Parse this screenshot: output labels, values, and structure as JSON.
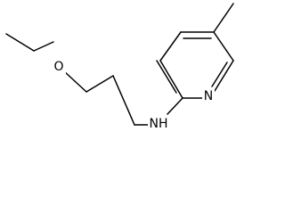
{
  "molecule": {
    "atoms": {
      "oxygen": "O",
      "nitrogen_amine": "NH",
      "nitrogen_ring": "N"
    },
    "colors": {
      "bond": "#000000",
      "background": "#ffffff"
    }
  }
}
